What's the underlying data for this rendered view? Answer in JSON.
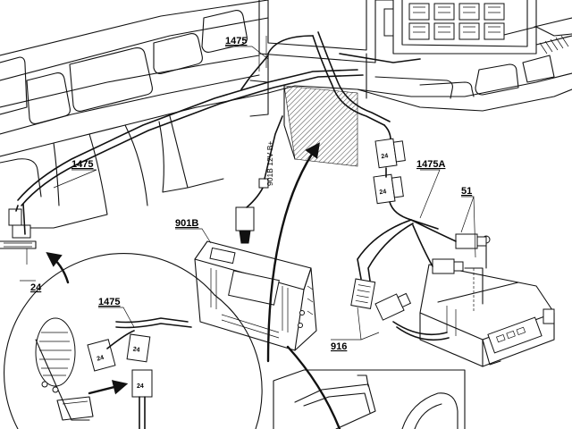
{
  "callouts": {
    "c1475_top": "1475",
    "c1475_left": "1475",
    "c1475a": "1475A",
    "c51": "51",
    "c901b": "901B",
    "c24": "24",
    "c916": "916",
    "c1475_detail": "1475"
  },
  "wire_label": "901B 12V B+",
  "connector_marks": {
    "a": "24",
    "b": "24",
    "c": "24",
    "d": "24",
    "e": "24"
  }
}
